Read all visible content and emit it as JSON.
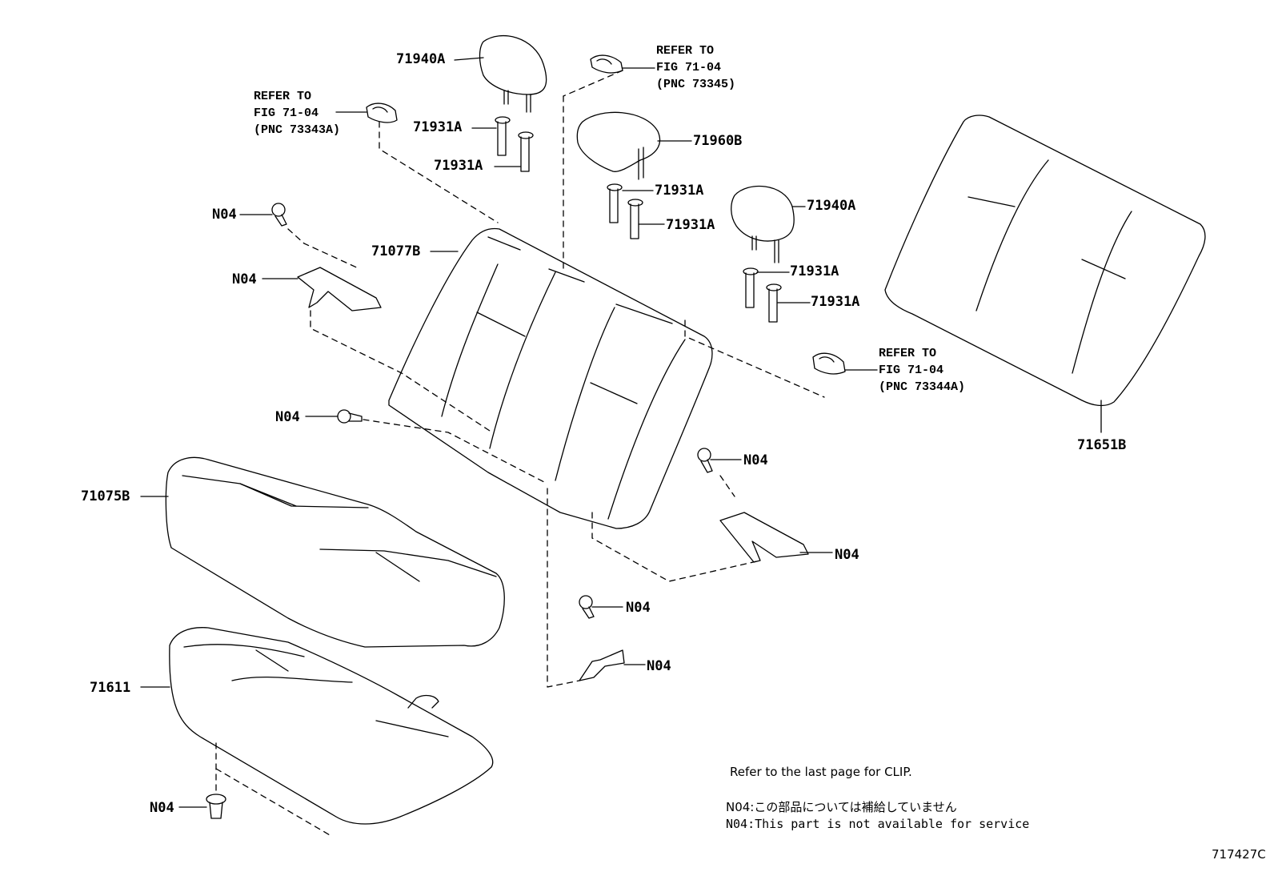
{
  "callouts": {
    "headrest_71940a_top": "71940A",
    "guide_71931a_1": "71931A",
    "guide_71931a_2": "71931A",
    "headrest_71960b": "71960B",
    "guide_71931a_3": "71931A",
    "guide_71931a_4": "71931A",
    "headrest_71940a_right": "71940A",
    "guide_71931a_5": "71931A",
    "guide_71931a_6": "71931A",
    "seatback_71077b": "71077B",
    "cushion_71075b": "71075B",
    "pad_71611": "71611",
    "back_cover_71651b": "71651B",
    "n04_bolt_top_left": "N04",
    "n04_bracket_top_left": "N04",
    "n04_bolt_middle_left": "N04",
    "n04_bolt_right": "N04",
    "n04_bracket_right": "N04",
    "n04_bolt_center": "N04",
    "n04_bracket_center": "N04",
    "n04_clip_bottom": "N04"
  },
  "refers": {
    "left": "REFER TO\nFIG 71-04\n(PNC 73343A)",
    "top": "REFER TO\nFIG 71-04\n(PNC 73345)",
    "right": "REFER TO\nFIG 71-04\n(PNC 73344A)"
  },
  "notes": {
    "clip": "Refer to the last page for CLIP.",
    "n04_jp": "N04:この部品については補給していません",
    "n04_en": "N04:This part is not available for service"
  },
  "figure_id": "717427C",
  "colors": {
    "line": "#000000",
    "background": "#ffffff"
  }
}
